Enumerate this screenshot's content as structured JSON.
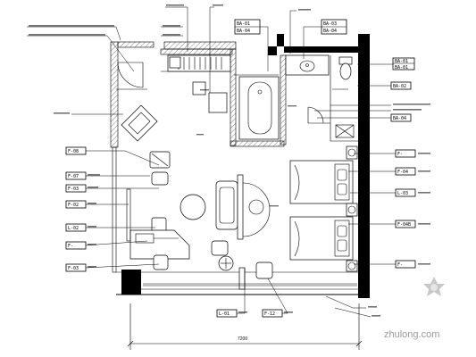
{
  "tags_right": [
    {
      "code": "BA-01"
    },
    {
      "code": "BA-01"
    },
    {
      "code": "BA-02"
    },
    {
      "code": "BA-04"
    },
    {
      "code": "F-"
    },
    {
      "code": "F-04"
    },
    {
      "code": "L-03"
    },
    {
      "code": "F-04B"
    },
    {
      "code": "F-"
    }
  ],
  "tags_left": [
    {
      "code": "F-08"
    },
    {
      "code": "F-07"
    },
    {
      "code": "F-03"
    },
    {
      "code": "F-02"
    },
    {
      "code": "L-02"
    },
    {
      "code": "F-"
    },
    {
      "code": "F-03"
    }
  ],
  "tags_top": [
    {
      "code": "BA-01"
    },
    {
      "code": "BA-04"
    },
    {
      "code": "BA-03"
    },
    {
      "code": "BA-04"
    }
  ],
  "tags_bottom": [
    {
      "code": "L-01"
    },
    {
      "code": "F-12"
    }
  ],
  "dimension": {
    "width": "7200"
  },
  "watermark": {
    "text": "zhulong.com"
  }
}
